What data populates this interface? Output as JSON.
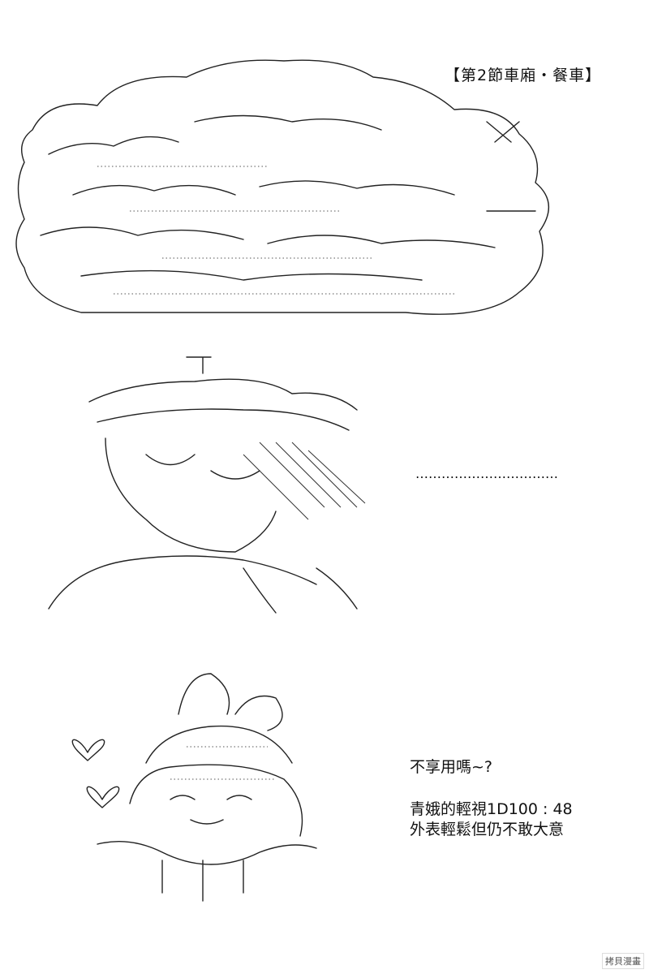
{
  "header": {
    "title": "【第2節車廂・餐車】"
  },
  "middle": {
    "ellipsis": "……………………………"
  },
  "dialogue": {
    "line1": "不享用嗎~?",
    "line2": "青娥的輕視1D100 : 48",
    "line3": "外表輕鬆但仍不敢大意"
  },
  "watermark": {
    "text": "拷貝漫畫"
  },
  "icons": [
    "heart-icon",
    "heart-icon"
  ]
}
